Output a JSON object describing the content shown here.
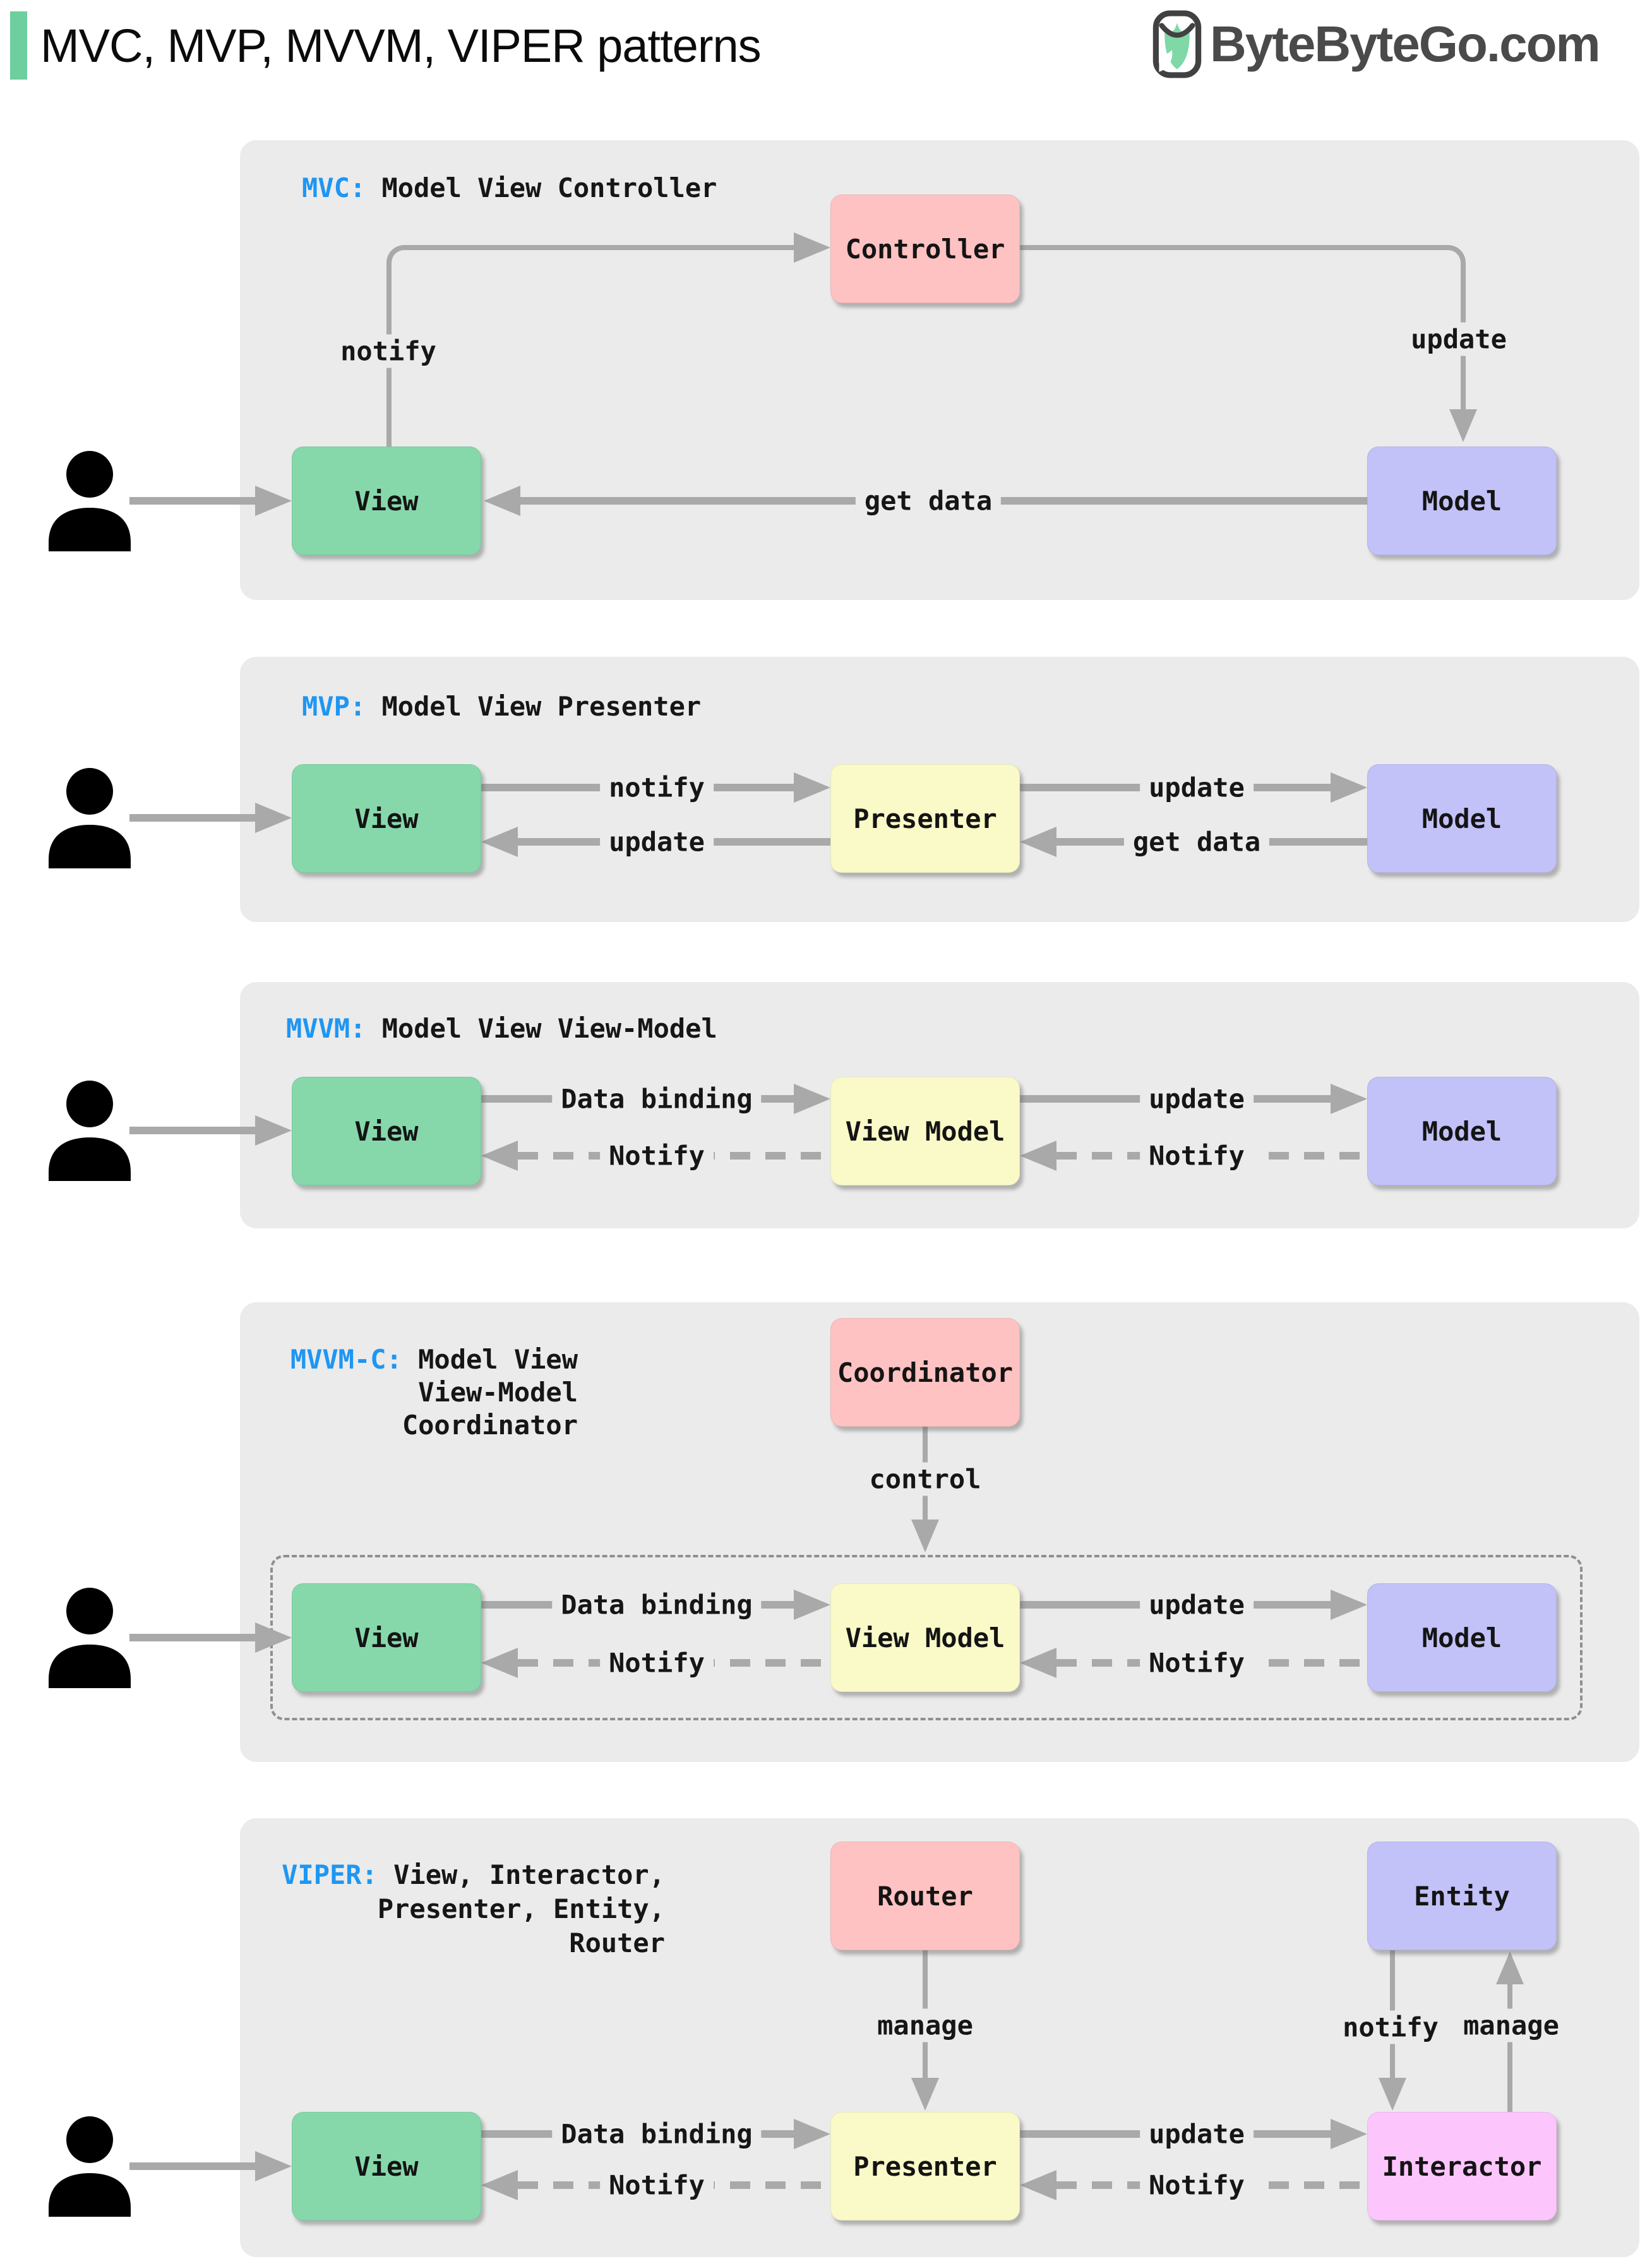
{
  "header": {
    "title": "MVC, MVP, MVVM, VIPER patterns",
    "logo_text": "ByteByteGo.com"
  },
  "colors": {
    "accent_green": "#6dcf9d",
    "box_green": "#86d8ab",
    "box_pink": "#ffc2c2",
    "box_purple": "#c2c1f8",
    "box_yellow": "#fafac8",
    "box_magenta": "#fcc6fd",
    "panel_background": "#ebebeb",
    "arrow_gray": "#a9a9a9",
    "tag_blue": "#1e96f3",
    "logo_dark": "#4a4a4a"
  },
  "panels": {
    "mvc": {
      "tag": "MVC:",
      "title": " Model View Controller",
      "boxes": {
        "controller": "Controller",
        "view": "View",
        "model": "Model"
      },
      "labels": {
        "notify": "notify",
        "update": "update",
        "get_data": "get data"
      }
    },
    "mvp": {
      "tag": "MVP:",
      "title": " Model View Presenter",
      "boxes": {
        "view": "View",
        "presenter": "Presenter",
        "model": "Model"
      },
      "labels": {
        "notify": "notify",
        "update_left": "update",
        "update_right": "update",
        "get_data": "get data"
      }
    },
    "mvvm": {
      "tag": "MVVM:",
      "title": " Model View View-Model",
      "boxes": {
        "view": "View",
        "view_model": "View Model",
        "model": "Model"
      },
      "labels": {
        "data_binding": "Data binding",
        "notify_left": "Notify",
        "update": "update",
        "notify_right": "Notify"
      }
    },
    "mvvmc": {
      "tag": "MVVM-C:",
      "title_line1": " Model View",
      "title_line2": "View-Model",
      "title_line3": "Coordinator",
      "boxes": {
        "coordinator": "Coordinator",
        "view": "View",
        "view_model": "View Model",
        "model": "Model"
      },
      "labels": {
        "control": "control",
        "data_binding": "Data binding",
        "notify_left": "Notify",
        "update": "update",
        "notify_right": "Notify"
      }
    },
    "viper": {
      "tag": "VIPER:",
      "title_line1": " View, Interactor,",
      "title_line2": "Presenter, Entity,",
      "title_line3": "Router",
      "boxes": {
        "router": "Router",
        "entity": "Entity",
        "view": "View",
        "presenter": "Presenter",
        "interactor": "Interactor"
      },
      "labels": {
        "manage_router": "manage",
        "notify_entity": "notify",
        "manage_entity": "manage",
        "data_binding": "Data binding",
        "update": "update",
        "notify_left": "Notify",
        "notify_right": "Notify"
      }
    }
  }
}
